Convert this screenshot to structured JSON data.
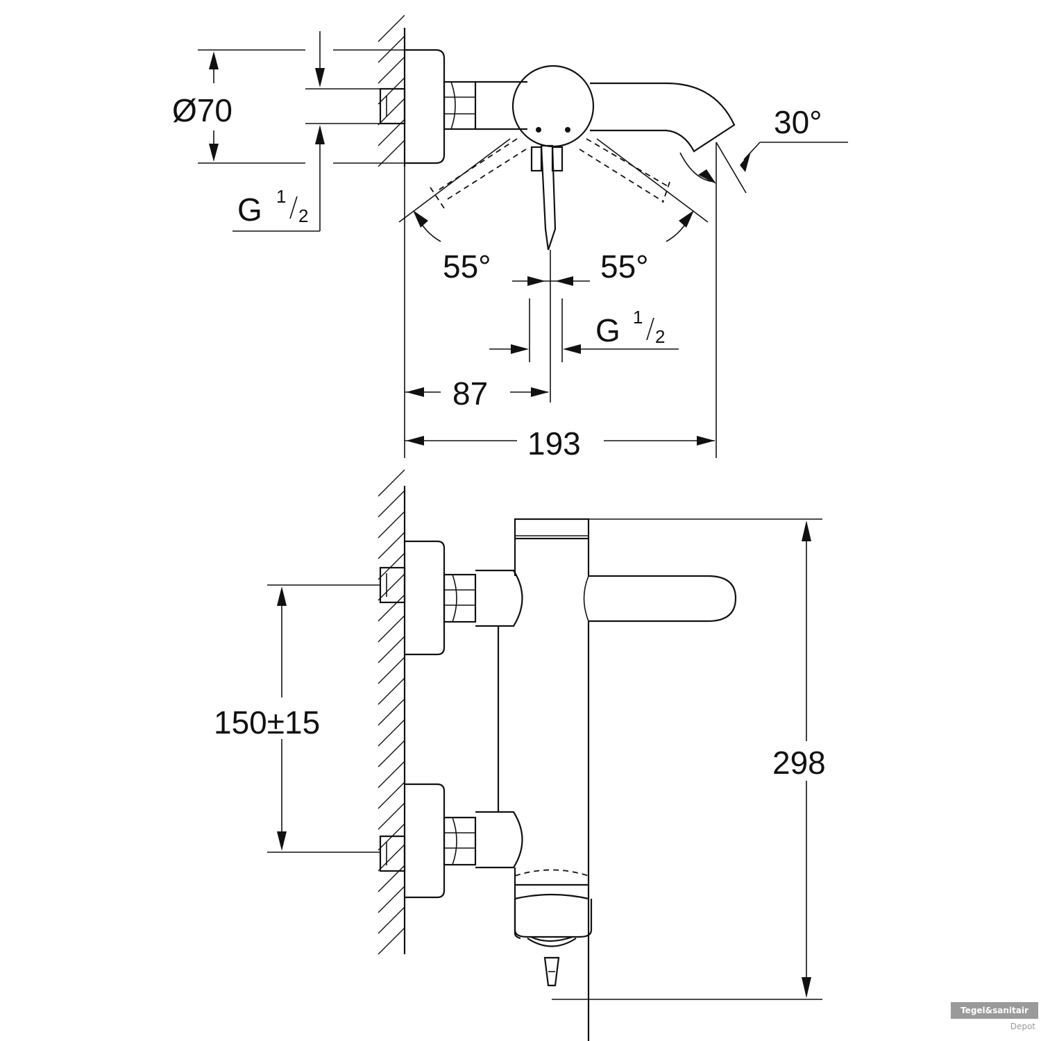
{
  "top_view": {
    "dim_diameter": "Ø70",
    "thread_left_main": "G",
    "thread_left_num": "1",
    "thread_left_den": "2",
    "angle_spout": "30°",
    "angle_left": "55°",
    "angle_right": "55°",
    "thread_bottom_main": "G",
    "thread_bottom_num": "1",
    "thread_bottom_den": "2",
    "dim_87": "87",
    "dim_193": "193"
  },
  "front_view": {
    "dim_centers": "150±15",
    "dim_height": "298"
  },
  "watermark": {
    "line1": "Tegel&sanitair",
    "line2": "Depot"
  }
}
